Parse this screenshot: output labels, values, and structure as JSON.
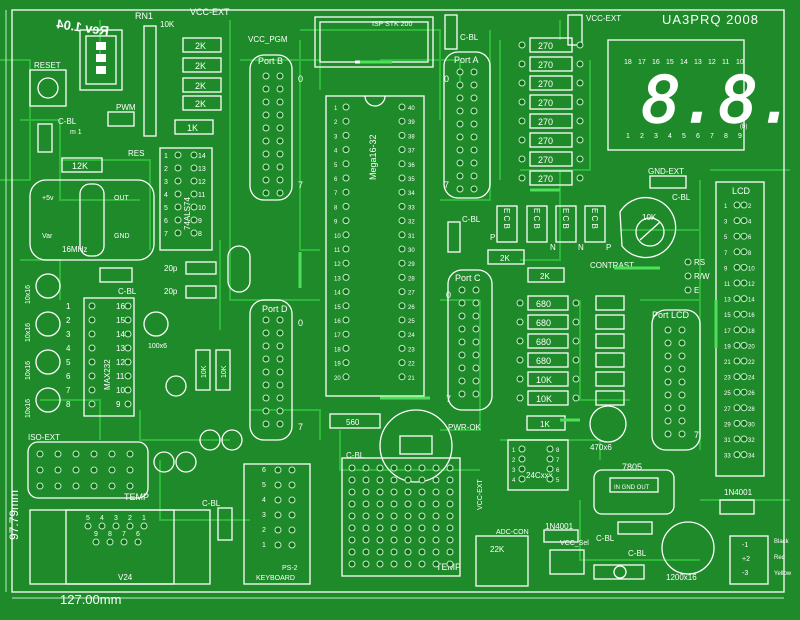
{
  "board": {
    "title": "UA3PRQ  2008",
    "revision": "Rev 1.04",
    "dim_width": "127.00mm",
    "dim_height": "97.79mm"
  },
  "labels": {
    "rn1": "RN1",
    "rn1_val": "10K",
    "vcc_ext_top": "VCC-EXT",
    "vcc_pgm": "VCC_PGM",
    "isp": "ISP STK 200",
    "cbl_top": "C-BL",
    "vcc_ext_right": "VCC-EXT",
    "reset": "RESET",
    "pwm": "PWM",
    "res": "RES",
    "cbl_left": "C-BL",
    "m1": "m 1",
    "r12k": "12K",
    "osc_5v": "+5v",
    "osc_out": "OUT",
    "osc_var": "Var",
    "osc_gnd": "GND",
    "osc_freq": "16MHz",
    "ic_74als74": "74ALS74",
    "c20p_a": "20p",
    "c20p_b": "20p",
    "cbl_mid": "C-BL",
    "max232": "MAX232",
    "c100x6": "100x6",
    "r10k_a": "10K",
    "r10k_b": "10K",
    "port_b": "Port B",
    "port_a": "Port A",
    "port_c": "Port C",
    "port_d": "Port D",
    "port_lcd": "Port LCD",
    "mega": "Mega16-32",
    "cbl_porta": "C-BL",
    "gnd_ext": "GND-EXT",
    "cbl_right": "C-BL",
    "pot_10k": "10K",
    "contrast": "CONTRAST",
    "lcd": "LCD",
    "rs": "RS",
    "rw": "R/W",
    "e": "E",
    "r2k_c1": "2K",
    "r2k_c2": "2K",
    "r560": "560",
    "r1k_bot": "1K",
    "pwr_ok": "PWR-OK",
    "c470": "470x6",
    "eeprom": "24Cxxx",
    "reg_7805": "7805",
    "reg_pins": "IN GND OUT",
    "d1n4001_r": "1N4001",
    "d1n4001_m": "1N4001",
    "black": "Black",
    "red": "Red",
    "yellow": "Yellow",
    "c1200": "1200x16",
    "cbl_br1": "C-BL",
    "cbl_br2": "C-BL",
    "vcc_sel": "VCC_Sel",
    "adc_con": "ADC-CON",
    "vcc_ext_v": "VCC-EXT",
    "r22k": "22K",
    "temp_a": "TEMP",
    "temp_b": "TEMP",
    "v24": "V24",
    "keyboard": "KEYBOARD",
    "ps2": "PS-2",
    "cbl_bl": "C-BL",
    "cbl_bc": "C-BL",
    "iso_ext": "ISO-EXT",
    "port_b_0": "0",
    "port_b_7": "7",
    "port_a_0": "0",
    "port_a_7": "7",
    "port_d_0": "0",
    "port_d_7": "7",
    "port_c_0": "0",
    "port_c_7": "7",
    "lcd_port_7": "7",
    "c10x16_1": "10x16",
    "c10x16_2": "10x16",
    "c10x16_3": "10x16",
    "c10x16_4": "10x16",
    "r2k_t1": "2K",
    "r2k_t2": "2K",
    "r2k_t3": "2K",
    "r1k_t": "1K",
    "ecb_1": "E C B",
    "ecb_2": "E C B",
    "ecb_3": "E C B",
    "ecb_4": "E C B",
    "p1": "P",
    "n1": "N",
    "n2": "N",
    "p2": "P",
    "seg_digits": "8.8.",
    "seg_dp": "(b)"
  },
  "resistors_right": [
    "270",
    "270",
    "270",
    "270",
    "270",
    "270",
    "270",
    "270"
  ],
  "resistors_mid": [
    "680",
    "680",
    "680",
    "680",
    "10K",
    "10K"
  ],
  "seg_top_pins": [
    "18",
    "17",
    "16",
    "15",
    "14",
    "13",
    "12",
    "11",
    "10"
  ],
  "seg_bot_pins": [
    "1",
    "2",
    "3",
    "4",
    "5",
    "6",
    "7",
    "8",
    "9"
  ],
  "max232_left_pins": [
    "1",
    "2",
    "3",
    "4",
    "5",
    "6",
    "7",
    "8"
  ],
  "max232_right_pins": [
    "16",
    "15",
    "14",
    "13",
    "12",
    "11",
    "10",
    "9"
  ],
  "ic74_left_pins": [
    "1",
    "2",
    "3",
    "4",
    "5",
    "6",
    "7"
  ],
  "ic74_right_pins": [
    "14",
    "13",
    "12",
    "11",
    "10",
    "9",
    "8"
  ],
  "mcu_left_pins": [
    "1",
    "2",
    "3",
    "4",
    "5",
    "6",
    "7",
    "8",
    "9",
    "10",
    "11",
    "12",
    "13",
    "14",
    "15",
    "16",
    "17",
    "18",
    "19",
    "20"
  ],
  "mcu_right_pins": [
    "40",
    "39",
    "38",
    "37",
    "36",
    "35",
    "34",
    "33",
    "32",
    "31",
    "30",
    "29",
    "28",
    "27",
    "26",
    "25",
    "24",
    "23",
    "22",
    "21"
  ],
  "lcd_pins_left": [
    "1",
    "3",
    "5",
    "7",
    "9",
    "11",
    "13",
    "15",
    "17",
    "19",
    "21",
    "23",
    "25",
    "27",
    "29",
    "31",
    "33"
  ],
  "lcd_pins_right": [
    "2",
    "4",
    "6",
    "8",
    "10",
    "12",
    "14",
    "16",
    "18",
    "20",
    "22",
    "24",
    "26",
    "28",
    "30",
    "32",
    "34"
  ],
  "eeprom_pins": [
    "1",
    "2",
    "3",
    "4",
    "8",
    "7",
    "6",
    "5"
  ],
  "db9_pins": [
    "5",
    "4",
    "3",
    "2",
    "1",
    "9",
    "8",
    "7",
    "6"
  ],
  "ps2_pins": [
    "6",
    "5",
    "4",
    "3",
    "2",
    "1"
  ],
  "power_pins": [
    "-1",
    "+2",
    "-3"
  ],
  "colors": {
    "board": "#1f8a2a",
    "silkscreen": "#ffffff",
    "trace": "#2db83a",
    "jumper": "#4ee05a"
  }
}
